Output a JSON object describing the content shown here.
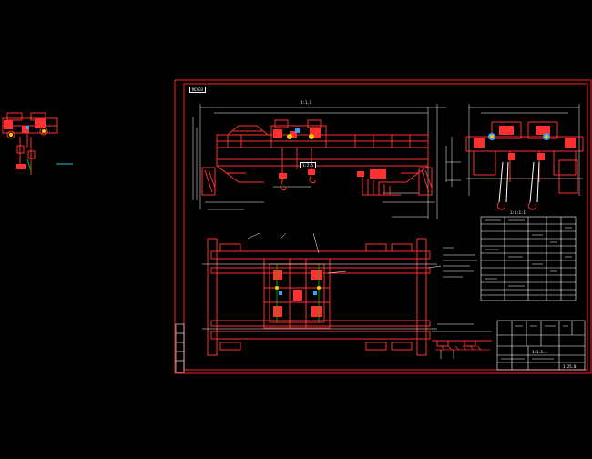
{
  "drawing": {
    "sheet_tag": "MCAD3",
    "hoist_tag": "1:2.5",
    "stamp_label": "1:1.1",
    "right_block_label": "1:1:1:1",
    "title_block": {
      "drawing_no": "1:1.1.1",
      "scale": "1:25.0"
    }
  },
  "colors": {
    "background": "#000000",
    "frame": "#ff2020",
    "structure": "#ff3030",
    "annotation": "#ffffff",
    "accent_blue": "#3aa0ff",
    "accent_yellow": "#f0d000",
    "accent_green": "#00c000",
    "accent_cyan": "#20c8c8"
  }
}
